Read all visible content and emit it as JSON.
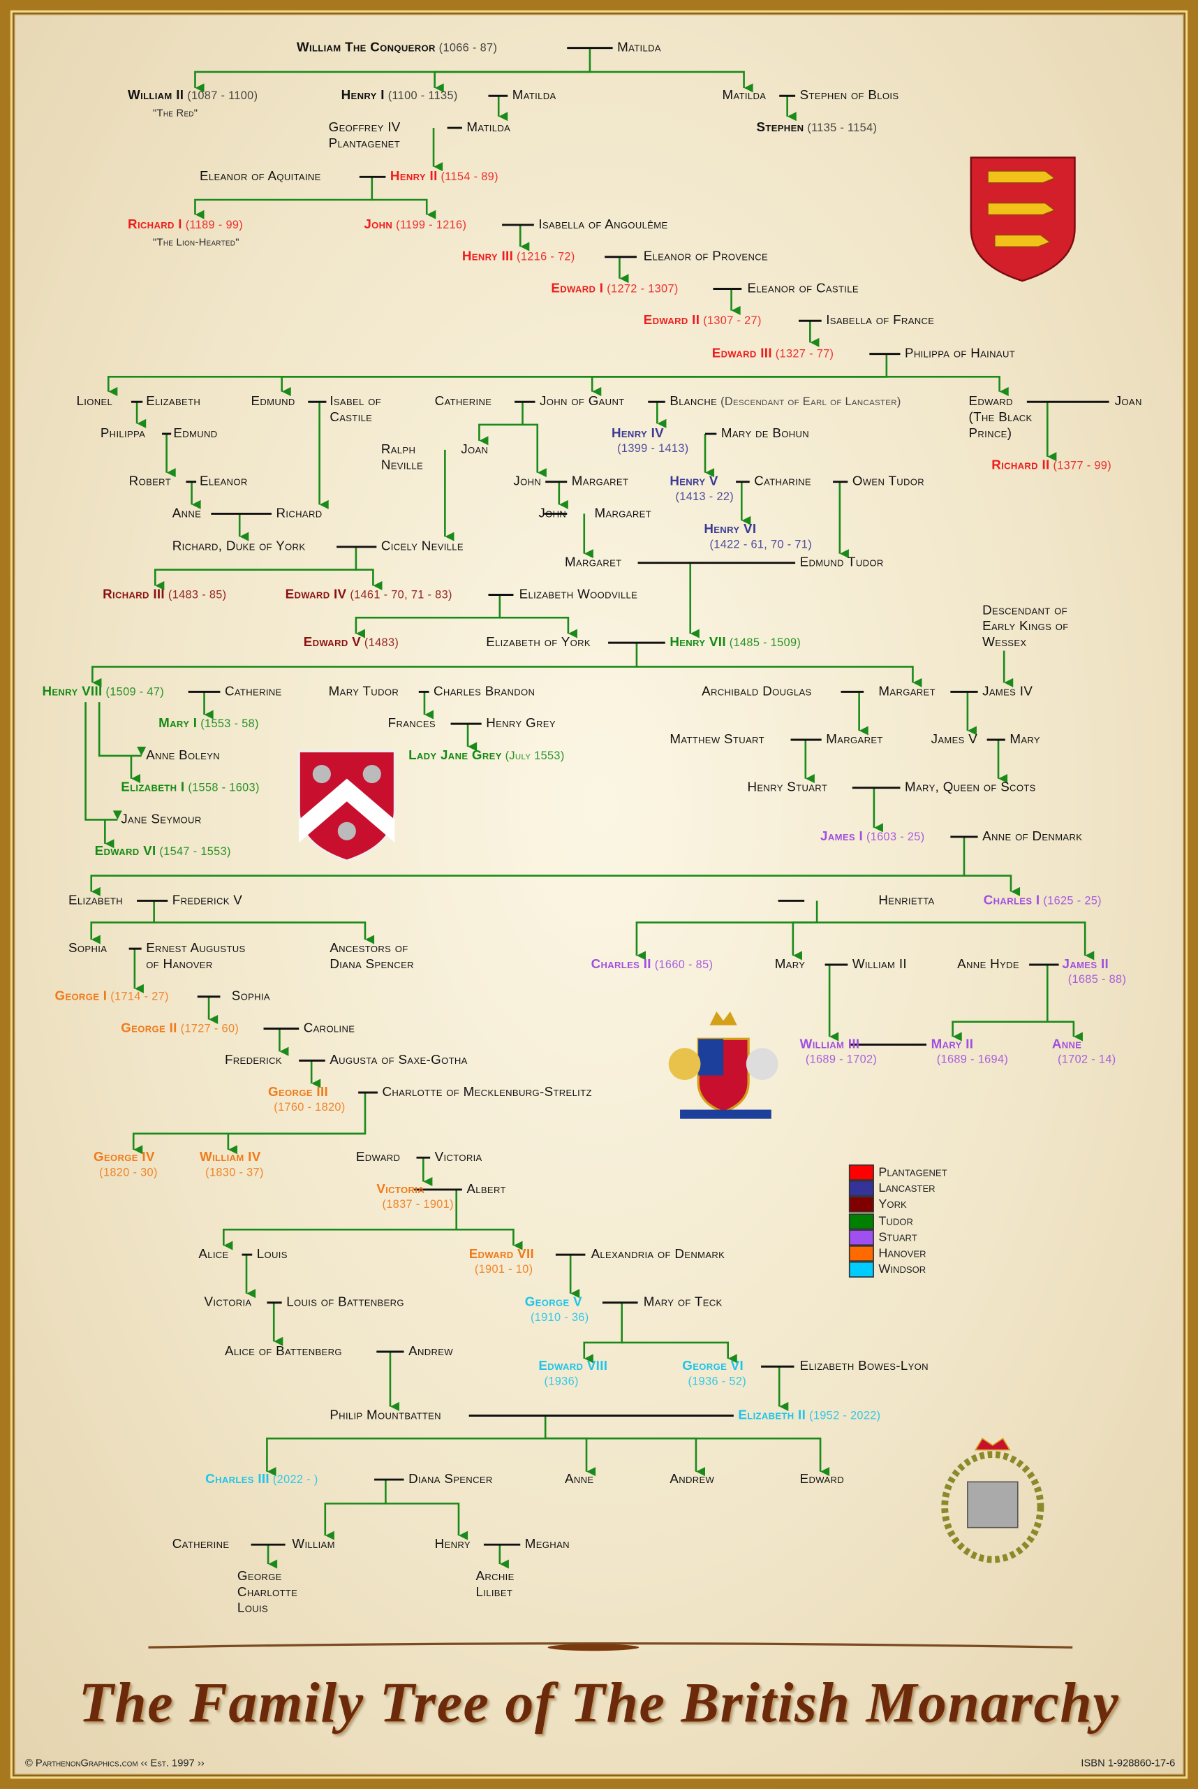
{
  "title": "The Family Tree of The British Monarchy",
  "footer": {
    "copyright": "© ParthenonGraphics.com   ‹‹ Est. 1997 ››",
    "isbn": "ISBN 1-928860-17-6"
  },
  "colors": {
    "plantagenet": "#ff0000",
    "lancaster": "#333399",
    "york": "#800000",
    "tudor": "#008000",
    "stuart": "#a050f0",
    "hanover": "#ff6a00",
    "windsor": "#00ccff",
    "line": "#1a8a1a"
  },
  "legend": [
    {
      "label": "Plantagenet",
      "color": "#ff0000"
    },
    {
      "label": "Lancaster",
      "color": "#333399"
    },
    {
      "label": "York",
      "color": "#800000"
    },
    {
      "label": "Tudor",
      "color": "#008000"
    },
    {
      "label": "Stuart",
      "color": "#a050f0"
    },
    {
      "label": "Hanover",
      "color": "#ff6a00"
    },
    {
      "label": "Windsor",
      "color": "#00ccff"
    }
  ],
  "people": [
    {
      "n": "William The Conqueror",
      "d": "(1066 - 87)",
      "h": "none",
      "k": 1
    },
    {
      "n": "Matilda"
    },
    {
      "n": "William II",
      "d": "(1087 - 1100)",
      "h": "none",
      "k": 1,
      "s": "\"The Red\""
    },
    {
      "n": "Henry I",
      "d": "(1100 - 1135)",
      "h": "none",
      "k": 1
    },
    {
      "n": "Matilda"
    },
    {
      "n": "Matilda"
    },
    {
      "n": "Stephen of Blois"
    },
    {
      "n": "Stephen",
      "d": "(1135 - 1154)",
      "h": "none",
      "k": 1
    },
    {
      "n": "Geoffrey IV\nPlantagenet"
    },
    {
      "n": "Matilda"
    },
    {
      "n": "Eleanor of Aquitaine"
    },
    {
      "n": "Henry II",
      "d": "(1154 - 89)",
      "h": "plantagenet",
      "k": 1
    },
    {
      "n": "Richard I",
      "d": "(1189 - 99)",
      "h": "plantagenet",
      "k": 1,
      "s": "\"The Lion-Hearted\""
    },
    {
      "n": "John",
      "d": "(1199 - 1216)",
      "h": "plantagenet",
      "k": 1
    },
    {
      "n": "Isabella of Angoulême"
    },
    {
      "n": "Henry III",
      "d": "(1216 - 72)",
      "h": "plantagenet",
      "k": 1
    },
    {
      "n": "Eleanor of Provence"
    },
    {
      "n": "Edward I",
      "d": "(1272 - 1307)",
      "h": "plantagenet",
      "k": 1
    },
    {
      "n": "Eleanor of Castile"
    },
    {
      "n": "Edward II",
      "d": "(1307 - 27)",
      "h": "plantagenet",
      "k": 1
    },
    {
      "n": "Isabella of France"
    },
    {
      "n": "Edward III",
      "d": "(1327 - 77)",
      "h": "plantagenet",
      "k": 1
    },
    {
      "n": "Philippa of Hainaut"
    },
    {
      "n": "Lionel"
    },
    {
      "n": "Elizabeth"
    },
    {
      "n": "Edmund"
    },
    {
      "n": "Isabel of\nCastile"
    },
    {
      "n": "Catherine"
    },
    {
      "n": "John of Gaunt"
    },
    {
      "n": "Blanche",
      "d": "(Descendant of Earl of Lancaster)"
    },
    {
      "n": "Edward\n(The Black\nPrince)"
    },
    {
      "n": "Joan"
    },
    {
      "n": "Philippa"
    },
    {
      "n": "Edmund"
    },
    {
      "n": "Henry IV",
      "d": "(1399 - 1413)",
      "h": "lancaster",
      "k": 1
    },
    {
      "n": "Mary de Bohun"
    },
    {
      "n": "Ralph\nNeville"
    },
    {
      "n": "Joan"
    },
    {
      "n": "Richard II",
      "d": "(1377 - 99)",
      "h": "plantagenet",
      "k": 1
    },
    {
      "n": "Robert"
    },
    {
      "n": "Eleanor"
    },
    {
      "n": "John"
    },
    {
      "n": "Margaret"
    },
    {
      "n": "Henry V",
      "d": "(1413 - 22)",
      "h": "lancaster",
      "k": 1
    },
    {
      "n": "Catharine"
    },
    {
      "n": "Owen Tudor"
    },
    {
      "n": "Anne"
    },
    {
      "n": "Richard"
    },
    {
      "n": "John"
    },
    {
      "n": "Margaret"
    },
    {
      "n": "Henry VI",
      "d": "(1422 - 61, 70 - 71)",
      "h": "lancaster",
      "k": 1
    },
    {
      "n": "Richard, Duke of York"
    },
    {
      "n": "Cicely Neville"
    },
    {
      "n": "Margaret"
    },
    {
      "n": "Edmund Tudor"
    },
    {
      "n": "Richard III",
      "d": "(1483 - 85)",
      "h": "york",
      "k": 1
    },
    {
      "n": "Edward IV",
      "d": "(1461 - 70, 71 - 83)",
      "h": "york",
      "k": 1
    },
    {
      "n": "Elizabeth Woodville"
    },
    {
      "n": "Edward V",
      "d": "(1483)",
      "h": "york",
      "k": 1
    },
    {
      "n": "Elizabeth of York"
    },
    {
      "n": "Henry VII",
      "d": "(1485 - 1509)",
      "h": "tudor",
      "k": 1
    },
    {
      "n": "Descendant of\nEarly Kings of\nWessex"
    },
    {
      "n": "Henry VIII",
      "d": "(1509 - 47)",
      "h": "tudor",
      "k": 1
    },
    {
      "n": "Catherine"
    },
    {
      "n": "Mary Tudor"
    },
    {
      "n": "Charles Brandon"
    },
    {
      "n": "Archibald Douglas"
    },
    {
      "n": "Margaret"
    },
    {
      "n": "James IV"
    },
    {
      "n": "Mary I",
      "d": "(1553 - 58)",
      "h": "tudor",
      "k": 1
    },
    {
      "n": "Frances"
    },
    {
      "n": "Henry Grey"
    },
    {
      "n": "Matthew Stuart"
    },
    {
      "n": "Margaret"
    },
    {
      "n": "James V"
    },
    {
      "n": "Mary"
    },
    {
      "n": "Anne Boleyn"
    },
    {
      "n": "Lady Jane Grey",
      "d": "(July 1553)",
      "h": "tudor",
      "k": 1
    },
    {
      "n": "Elizabeth I",
      "d": "(1558 - 1603)",
      "h": "tudor",
      "k": 1
    },
    {
      "n": "Henry Stuart"
    },
    {
      "n": "Mary, Queen of Scots"
    },
    {
      "n": "Jane Seymour"
    },
    {
      "n": "James I",
      "d": "(1603 - 25)",
      "h": "stuart",
      "k": 1
    },
    {
      "n": "Anne of Denmark"
    },
    {
      "n": "Edward VI",
      "d": "(1547 - 1553)",
      "h": "tudor",
      "k": 1
    },
    {
      "n": "Elizabeth"
    },
    {
      "n": "Frederick V"
    },
    {
      "n": "Henrietta"
    },
    {
      "n": "Charles I",
      "d": "(1625 - 25)",
      "h": "stuart",
      "k": 1
    },
    {
      "n": "Sophia"
    },
    {
      "n": "Ernest Augustus\nof Hanover"
    },
    {
      "n": "Ancestors of\nDiana Spencer"
    },
    {
      "n": "Charles II",
      "d": "(1660 - 85)",
      "h": "stuart",
      "k": 1
    },
    {
      "n": "Mary"
    },
    {
      "n": "William II"
    },
    {
      "n": "Anne Hyde"
    },
    {
      "n": "James II",
      "d": "(1685 - 88)",
      "h": "stuart",
      "k": 1
    },
    {
      "n": "George I",
      "d": "(1714 - 27)",
      "h": "hanover",
      "k": 1
    },
    {
      "n": "Sophia"
    },
    {
      "n": "George II",
      "d": "(1727 - 60)",
      "h": "hanover",
      "k": 1
    },
    {
      "n": "Caroline"
    },
    {
      "n": "Frederick"
    },
    {
      "n": "Augusta of Saxe-Gotha"
    },
    {
      "n": "William III",
      "d": "(1689 - 1702)",
      "h": "stuart",
      "k": 1
    },
    {
      "n": "Mary II",
      "d": "(1689 - 1694)",
      "h": "stuart",
      "k": 1
    },
    {
      "n": "Anne",
      "d": "(1702 - 14)",
      "h": "stuart",
      "k": 1
    },
    {
      "n": "George III",
      "d": "(1760 - 1820)",
      "h": "hanover",
      "k": 1
    },
    {
      "n": "Charlotte of Mecklenburg-Strelitz"
    },
    {
      "n": "George IV",
      "d": "(1820 - 30)",
      "h": "hanover",
      "k": 1
    },
    {
      "n": "William IV",
      "d": "(1830 - 37)",
      "h": "hanover",
      "k": 1
    },
    {
      "n": "Edward"
    },
    {
      "n": "Victoria"
    },
    {
      "n": "Victoria",
      "d": "(1837 - 1901)",
      "h": "hanover",
      "k": 1
    },
    {
      "n": "Albert"
    },
    {
      "n": "Alice"
    },
    {
      "n": "Louis"
    },
    {
      "n": "Edward VII",
      "d": "(1901 - 10)",
      "h": "hanover",
      "k": 1
    },
    {
      "n": "Alexandria of Denmark"
    },
    {
      "n": "Victoria"
    },
    {
      "n": "Louis of Battenberg"
    },
    {
      "n": "George V",
      "d": "(1910 - 36)",
      "h": "windsor",
      "k": 1
    },
    {
      "n": "Mary of Teck"
    },
    {
      "n": "Alice of Battenberg"
    },
    {
      "n": "Andrew"
    },
    {
      "n": "Edward VIII",
      "d": "(1936)",
      "h": "windsor",
      "k": 1
    },
    {
      "n": "George VI",
      "d": "(1936 - 52)",
      "h": "windsor",
      "k": 1
    },
    {
      "n": "Elizabeth Bowes-Lyon"
    },
    {
      "n": "Philip Mountbatten"
    },
    {
      "n": "Elizabeth II",
      "d": "(1952 - 2022)",
      "h": "windsor",
      "k": 1
    },
    {
      "n": "Charles III",
      "d": "(2022 -   )",
      "h": "windsor",
      "k": 1
    },
    {
      "n": "Diana Spencer"
    },
    {
      "n": "Anne"
    },
    {
      "n": "Andrew"
    },
    {
      "n": "Edward"
    },
    {
      "n": "Catherine"
    },
    {
      "n": "William"
    },
    {
      "n": "Henry"
    },
    {
      "n": "Meghan"
    },
    {
      "n": "George\nCharlotte\nLouis"
    },
    {
      "n": "Archie\nLilibet"
    }
  ]
}
